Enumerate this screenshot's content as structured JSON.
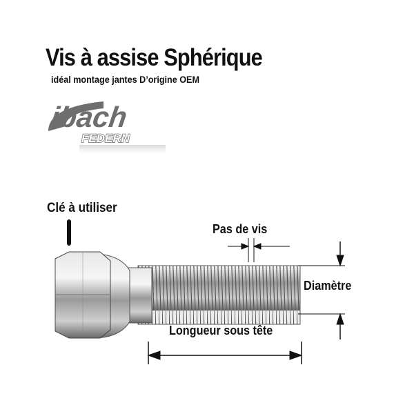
{
  "title": "Vis à assise Sphérique",
  "subtitle": "idéal montage jantes D’origine OEM",
  "logo": {
    "brand": "Eibach",
    "sub": "FEDERN"
  },
  "labels": {
    "key": "Clé à utiliser",
    "pitch": "Pas de vis",
    "diameter": "Diamètre",
    "length": "Longueur sous tête"
  },
  "colors": {
    "text": "#111111",
    "logo": "#6e6e6e",
    "metal": "#a8a8a8"
  }
}
